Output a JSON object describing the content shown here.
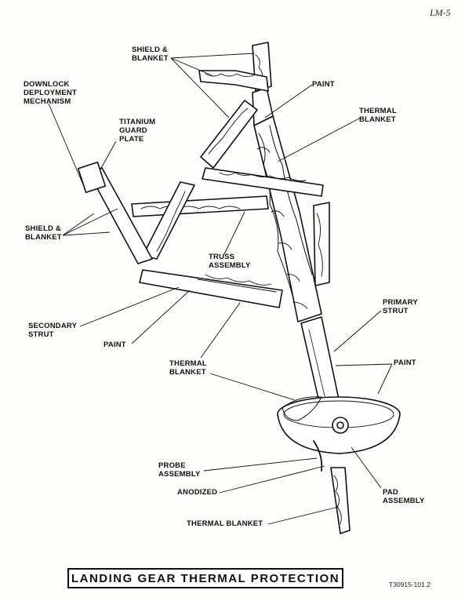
{
  "page_number": "LM-5",
  "title": "LANDING GEAR THERMAL PROTECTION",
  "document_id": "T30915-101.2",
  "labels": {
    "shield_blanket_top": "SHIELD &\nBLANKET",
    "downlock": "DOWNLOCK\nDEPLOYMENT\nMECHANISM",
    "titanium": "TITANIUM\nGUARD\nPLATE",
    "paint_top": "PAINT",
    "thermal_blanket_top": "THERMAL\nBLANKET",
    "shield_blanket_left": "SHIELD &\nBLANKET",
    "truss_assembly": "TRUSS\nASSEMBLY",
    "primary_strut": "PRIMARY\nSTRUT",
    "secondary_strut": "SECONDARY\nSTRUT",
    "paint_mid": "PAINT",
    "paint_right": "PAINT",
    "thermal_blanket_mid": "THERMAL\nBLANKET",
    "probe_assembly": "PROBE\nASSEMBLY",
    "anodized": "ANODIZED",
    "pad_assembly": "PAD\nASSEMBLY",
    "thermal_blanket_bottom": "THERMAL BLANKET"
  }
}
